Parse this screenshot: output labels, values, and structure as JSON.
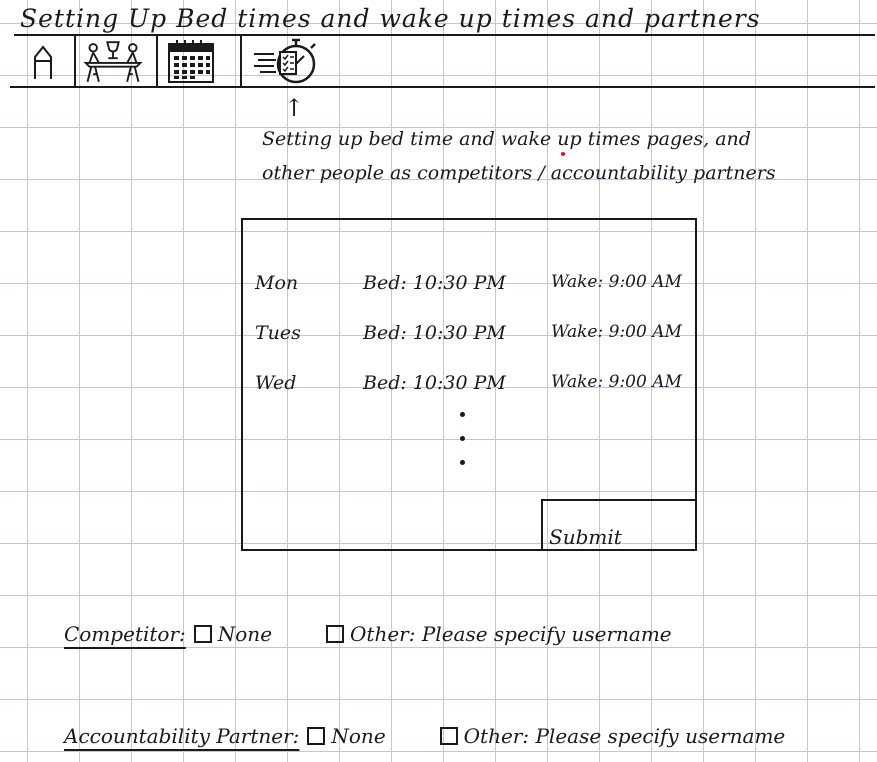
{
  "page": {
    "title": "Setting Up Bed times and wake up times and partners"
  },
  "nav": {
    "items": [
      {
        "name": "home"
      },
      {
        "name": "competitors"
      },
      {
        "name": "calendar"
      },
      {
        "name": "stopwatch-checklist"
      }
    ]
  },
  "annotation": {
    "arrow": "↑",
    "line1": "Setting up bed time and wake up times pages, and",
    "line2": "other people as competitors / accountability partners"
  },
  "schedule": {
    "rows": [
      {
        "day": "Mon",
        "bed": "Bed: 10:30 PM",
        "wake": "Wake: 9:00 AM"
      },
      {
        "day": "Tues",
        "bed": "Bed: 10:30 PM",
        "wake": "Wake: 9:00 AM"
      },
      {
        "day": "Wed",
        "bed": "Bed: 10:30 PM",
        "wake": "Wake: 9:00 AM"
      }
    ],
    "submit_label": "Submit"
  },
  "competitor": {
    "label": "Competitor:",
    "none_label": "None",
    "other_label": "Other: Please specify username"
  },
  "accountability": {
    "label": "Accountability Partner:",
    "none_label": "None",
    "other_label": "Other: Please specify username"
  },
  "colors": {
    "ink": "#1a1a1a",
    "grid": "#b9cbe0",
    "red_mark": "#d81b1b"
  }
}
